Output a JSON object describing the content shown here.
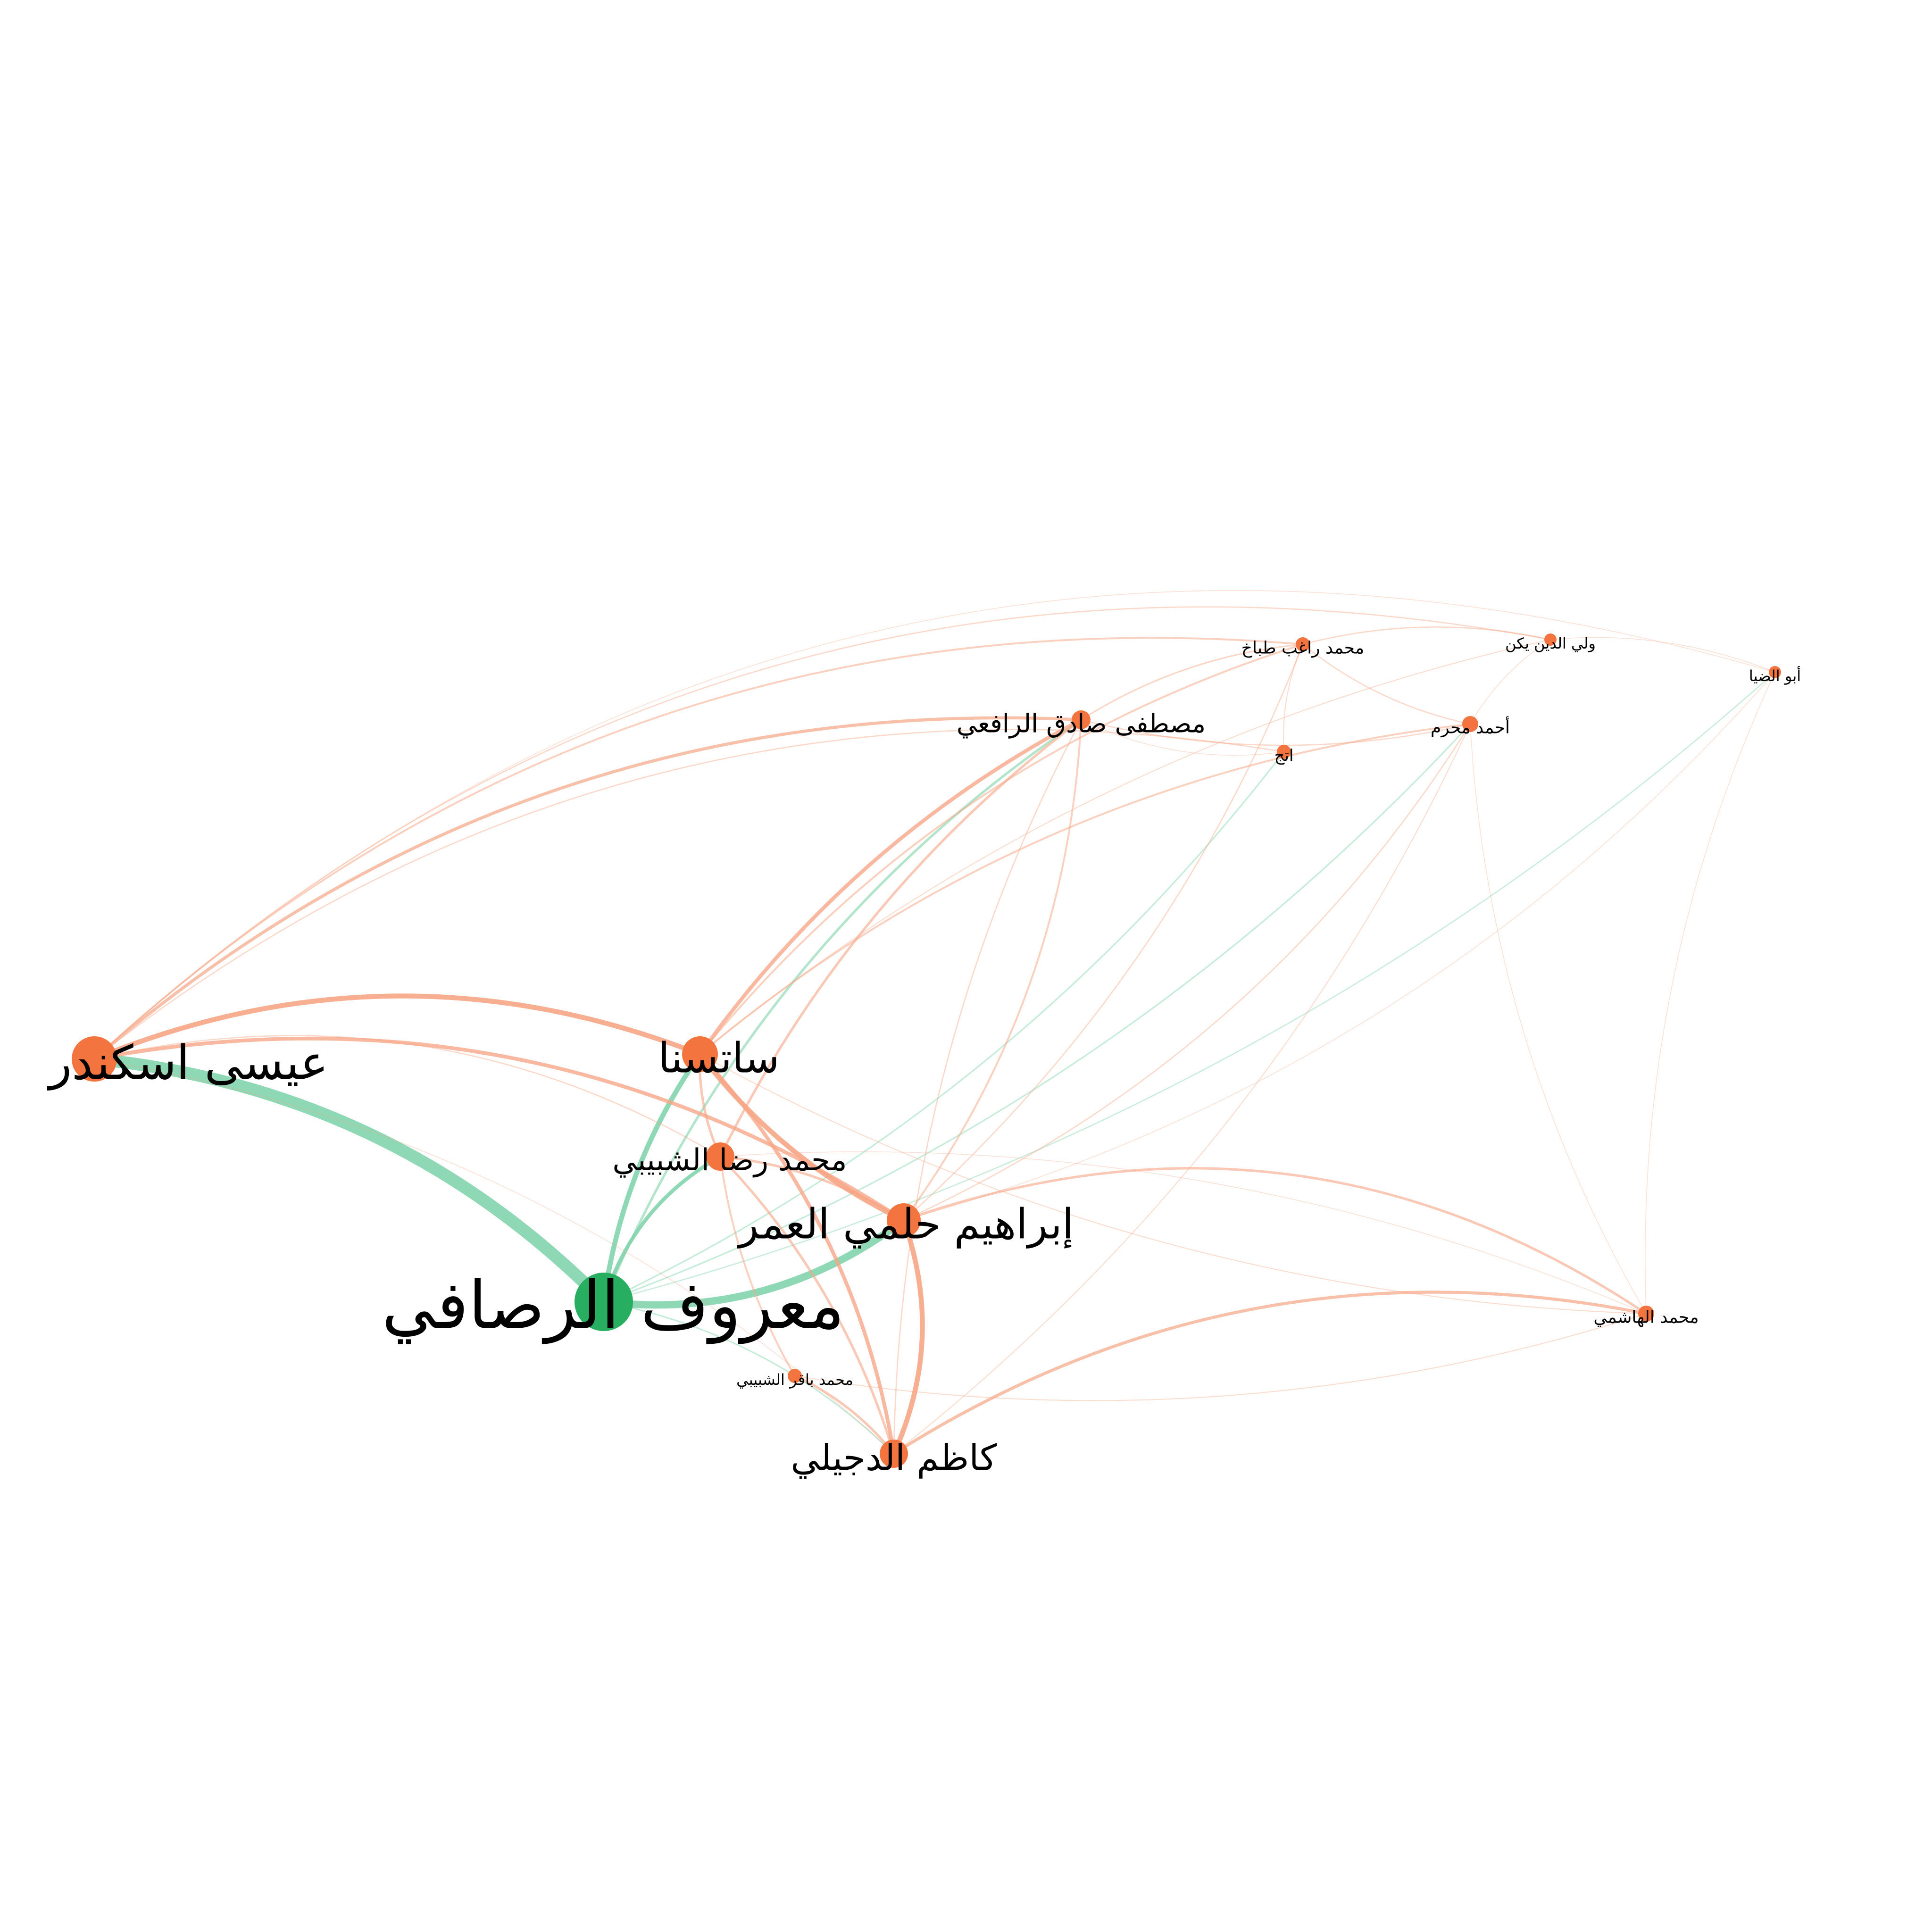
{
  "colors": {
    "background": "#ffffff",
    "focus_node": "#27ae60",
    "other_node": "#f4743f",
    "focus_edge": "#82d4ad",
    "other_edge": "#f7a585",
    "label": "#000000"
  },
  "graph": {
    "focus": "ma",
    "nodes": [
      {
        "id": "ma",
        "label": "معروف الرصافي",
        "weight": 10,
        "group": "focus"
      },
      {
        "id": "ie",
        "label": "عيسى اسكندر",
        "weight": 7,
        "group": "other"
      },
      {
        "id": "sa",
        "label": "ساتسنا",
        "weight": 6,
        "group": "other"
      },
      {
        "id": "ih",
        "label": "إبراهيم حلمي العمر",
        "weight": 6,
        "group": "other"
      },
      {
        "id": "mr",
        "label": "محمد رضا الشبيبي",
        "weight": 5,
        "group": "other"
      },
      {
        "id": "kd",
        "label": "كاظم الدجيلي",
        "weight": 5,
        "group": "other"
      },
      {
        "id": "ms",
        "label": "مصطفى صادق الرافعي",
        "weight": 4,
        "group": "other"
      },
      {
        "id": "mt",
        "label": "محمد راغب طباخ",
        "weight": 3,
        "group": "other"
      },
      {
        "id": "wy",
        "label": "ولي الدين يكن",
        "weight": 3,
        "group": "other"
      },
      {
        "id": "ad",
        "label": "أبو الضيا",
        "weight": 3,
        "group": "other"
      },
      {
        "id": "am",
        "label": "أحمد محرم",
        "weight": 3,
        "group": "other"
      },
      {
        "id": "aj",
        "label": "اتج",
        "weight": 3,
        "group": "other"
      },
      {
        "id": "mh",
        "label": "محمد الهاشمي",
        "weight": 3,
        "group": "other"
      },
      {
        "id": "mb",
        "label": "محمد باقر الشبيبي",
        "weight": 3,
        "group": "other"
      }
    ],
    "edges": [
      {
        "source": "ma",
        "target": "ie",
        "weight": 10,
        "bend": 0.18
      },
      {
        "source": "ma",
        "target": "ih",
        "weight": 6,
        "bend": 0.2
      },
      {
        "source": "ma",
        "target": "aj",
        "weight": 1.2,
        "bend": 0.12
      },
      {
        "source": "ma",
        "target": "am",
        "weight": 1.2,
        "bend": 0.12
      },
      {
        "source": "ma",
        "target": "ad",
        "weight": 1,
        "bend": 0.12
      },
      {
        "source": "ma",
        "target": "kd",
        "weight": 1.2,
        "bend": -0.15
      },
      {
        "source": "ma",
        "target": "sa",
        "weight": 4,
        "bend": -0.12
      },
      {
        "source": "ma",
        "target": "mr",
        "weight": 3,
        "bend": -0.2
      },
      {
        "source": "ma",
        "target": "ms",
        "weight": 2,
        "bend": -0.15
      },
      {
        "source": "ie",
        "target": "sa",
        "weight": 4,
        "bend": -0.2
      },
      {
        "source": "ie",
        "target": "ih",
        "weight": 3,
        "bend": -0.2
      },
      {
        "source": "ie",
        "target": "ms",
        "weight": 2.5,
        "bend": -0.2
      },
      {
        "source": "ie",
        "target": "mt",
        "weight": 1.5,
        "bend": -0.22
      },
      {
        "source": "ie",
        "target": "wy",
        "weight": 1,
        "bend": -0.25
      },
      {
        "source": "ie",
        "target": "ad",
        "weight": 0.6,
        "bend": -0.28
      },
      {
        "source": "ie",
        "target": "aj",
        "weight": 1,
        "bend": -0.22
      },
      {
        "source": "ie",
        "target": "mr",
        "weight": 1,
        "bend": -0.2
      },
      {
        "source": "ie",
        "target": "kd",
        "weight": 0.6,
        "bend": -0.15
      },
      {
        "source": "sa",
        "target": "ih",
        "weight": 4,
        "bend": 0.12
      },
      {
        "source": "sa",
        "target": "kd",
        "weight": 3,
        "bend": -0.15
      },
      {
        "source": "sa",
        "target": "ms",
        "weight": 3,
        "bend": -0.12
      },
      {
        "source": "sa",
        "target": "mt",
        "weight": 1.5,
        "bend": -0.15
      },
      {
        "source": "sa",
        "target": "am",
        "weight": 1.5,
        "bend": -0.15
      },
      {
        "source": "sa",
        "target": "mr",
        "weight": 2,
        "bend": 0.12
      },
      {
        "source": "sa",
        "target": "mh",
        "weight": 0.8,
        "bend": 0.12
      },
      {
        "source": "sa",
        "target": "wy",
        "weight": 0.8,
        "bend": -0.12
      },
      {
        "source": "ih",
        "target": "kd",
        "weight": 4,
        "bend": -0.2
      },
      {
        "source": "ih",
        "target": "mh",
        "weight": 2,
        "bend": -0.25
      },
      {
        "source": "ih",
        "target": "ms",
        "weight": 1.5,
        "bend": 0.15
      },
      {
        "source": "ih",
        "target": "mt",
        "weight": 1,
        "bend": 0.12
      },
      {
        "source": "ih",
        "target": "am",
        "weight": 1,
        "bend": 0.15
      },
      {
        "source": "ih",
        "target": "mr",
        "weight": 2,
        "bend": 0.12
      },
      {
        "source": "ih",
        "target": "ad",
        "weight": 0.6,
        "bend": 0.15
      },
      {
        "source": "kd",
        "target": "mh",
        "weight": 2.5,
        "bend": -0.2
      },
      {
        "source": "kd",
        "target": "mb",
        "weight": 2,
        "bend": 0.12
      },
      {
        "source": "kd",
        "target": "mr",
        "weight": 2,
        "bend": 0.12
      },
      {
        "source": "kd",
        "target": "ms",
        "weight": 1,
        "bend": -0.12
      },
      {
        "source": "kd",
        "target": "am",
        "weight": 0.8,
        "bend": 0.12
      },
      {
        "source": "mr",
        "target": "ms",
        "weight": 2,
        "bend": -0.12
      },
      {
        "source": "mr",
        "target": "mb",
        "weight": 1.5,
        "bend": 0.1
      },
      {
        "source": "ms",
        "target": "mt",
        "weight": 1.2,
        "bend": -0.12
      },
      {
        "source": "ms",
        "target": "am",
        "weight": 1,
        "bend": 0.12
      },
      {
        "source": "mt",
        "target": "wy",
        "weight": 1,
        "bend": -0.12
      },
      {
        "source": "mt",
        "target": "am",
        "weight": 1,
        "bend": 0.12
      },
      {
        "source": "mt",
        "target": "aj",
        "weight": 0.8,
        "bend": 0.12
      },
      {
        "source": "wy",
        "target": "ad",
        "weight": 0.6,
        "bend": -0.12
      },
      {
        "source": "wy",
        "target": "am",
        "weight": 0.6,
        "bend": 0.12
      },
      {
        "source": "ad",
        "target": "mh",
        "weight": 0.5,
        "bend": 0.12
      },
      {
        "source": "am",
        "target": "mh",
        "weight": 0.5,
        "bend": 0.12
      },
      {
        "source": "mh",
        "target": "mb",
        "weight": 0.8,
        "bend": -0.12
      },
      {
        "source": "mh",
        "target": "mr",
        "weight": 0.6,
        "bend": 0.12
      },
      {
        "source": "aj",
        "target": "ms",
        "weight": 0.6,
        "bend": -0.15
      }
    ]
  }
}
